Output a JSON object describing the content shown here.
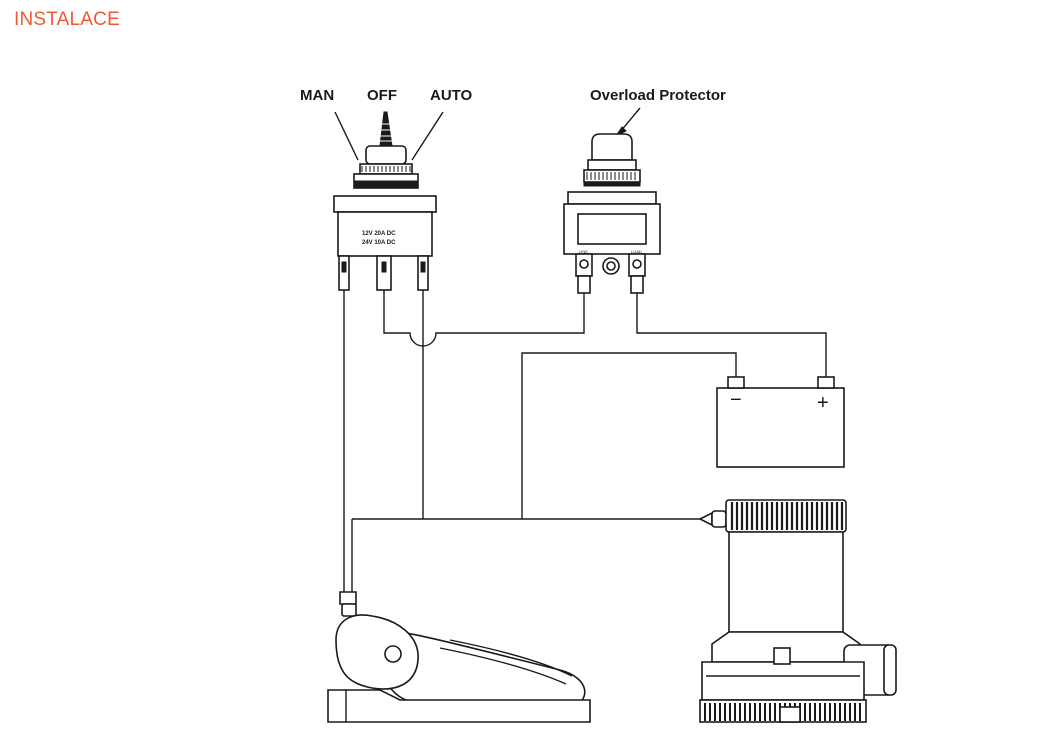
{
  "heading": "INSTALACE",
  "switch": {
    "label_man": "MAN",
    "label_off": "OFF",
    "label_auto": "AUTO",
    "rating_line1": "12V  20A  DC",
    "rating_line2": "24V  10A  DC"
  },
  "protector": {
    "label": "Overload Protector",
    "terminal_line": "LINE",
    "terminal_load": "LOAD"
  },
  "battery": {
    "minus": "−",
    "plus": "+"
  },
  "colors": {
    "heading": "#ee5a32",
    "ink": "#1a1a1a"
  }
}
